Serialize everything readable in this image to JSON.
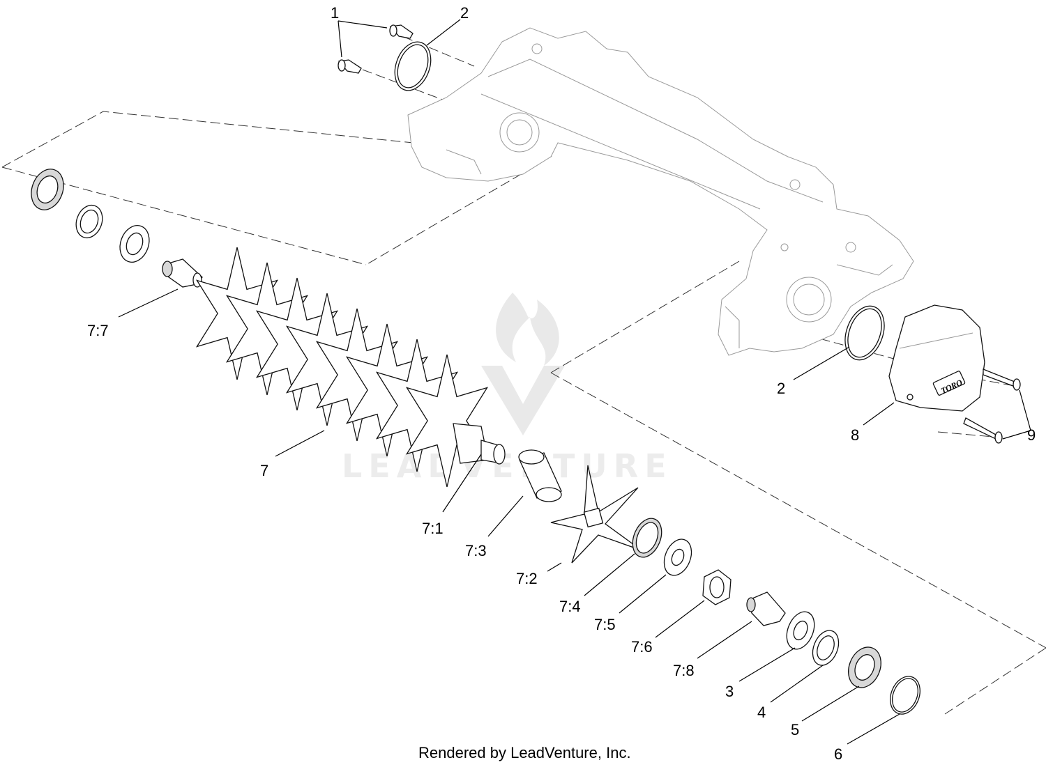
{
  "callouts": {
    "c1": "1",
    "c2_top": "2",
    "c2_right": "2",
    "c3": "3",
    "c4": "4",
    "c5": "5",
    "c6": "6",
    "c7": "7",
    "c7_1": "7:1",
    "c7_2": "7:2",
    "c7_3": "7:3",
    "c7_4": "7:4",
    "c7_5": "7:5",
    "c7_6": "7:6",
    "c7_7": "7:7",
    "c7_8": "7:8",
    "c8": "8",
    "c9": "9"
  },
  "cover_logo": "TORO",
  "watermark": "LEADVENTURE",
  "footer": "Rendered by LeadVenture, Inc."
}
